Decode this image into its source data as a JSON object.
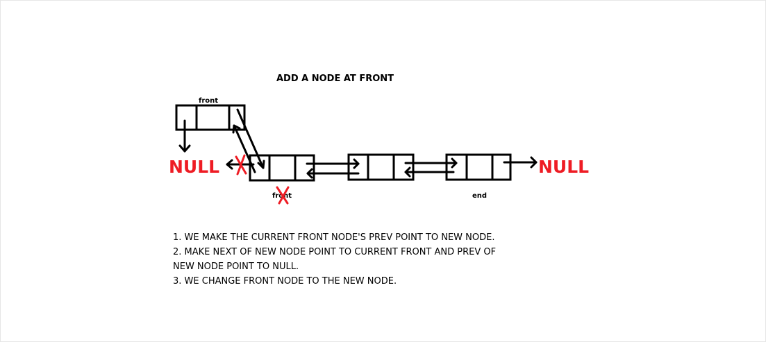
{
  "title": "ADD A  NODE AT FRONT",
  "labels": {
    "new_front": "front",
    "old_front": "front",
    "end": "end",
    "null_left": "NULL",
    "null_right": "NULL"
  },
  "steps": [
    "1. WE MAKE THE CURRENT FRONT NODE'S PREV POINT TO NEW NODE.",
    "2. MAKE NEXT OF NEW NODE POINT TO CURRENT FRONT AND PREV OF",
    "NEW NODE POINT TO NULL.",
    "3. WE CHANGE FRONT NODE TO THE NEW NODE."
  ],
  "colors": {
    "null": "#ee1c24",
    "cross": "#ee1c24"
  }
}
